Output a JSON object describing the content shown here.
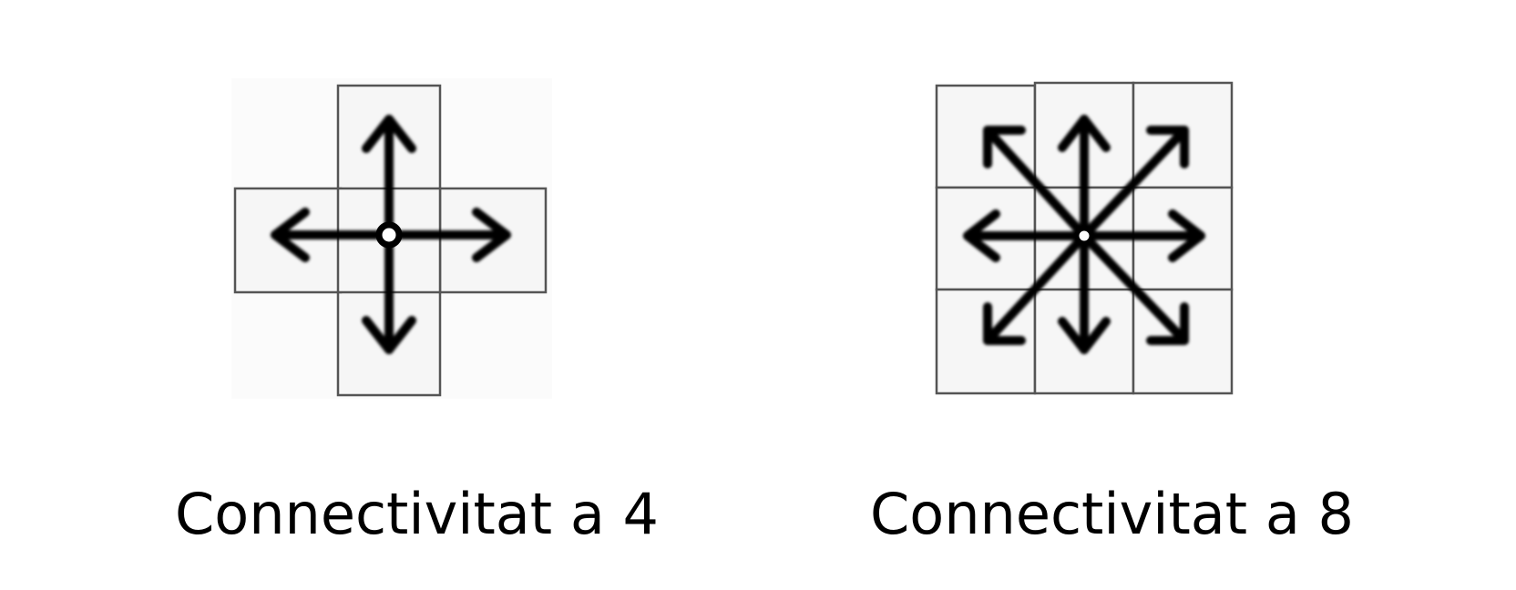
{
  "colors": {
    "background": "#ffffff",
    "cell_fill": "#f6f6f6",
    "cell_stroke": "#555555",
    "arrow": "#000000"
  },
  "diagrams": [
    {
      "name": "4-connectivity",
      "caption": "Connectivitat a 4",
      "directions": [
        "up",
        "down",
        "left",
        "right"
      ]
    },
    {
      "name": "8-connectivity",
      "caption": "Connectivitat a 8",
      "directions": [
        "up",
        "down",
        "left",
        "right",
        "up-left",
        "up-right",
        "down-left",
        "down-right"
      ]
    }
  ]
}
